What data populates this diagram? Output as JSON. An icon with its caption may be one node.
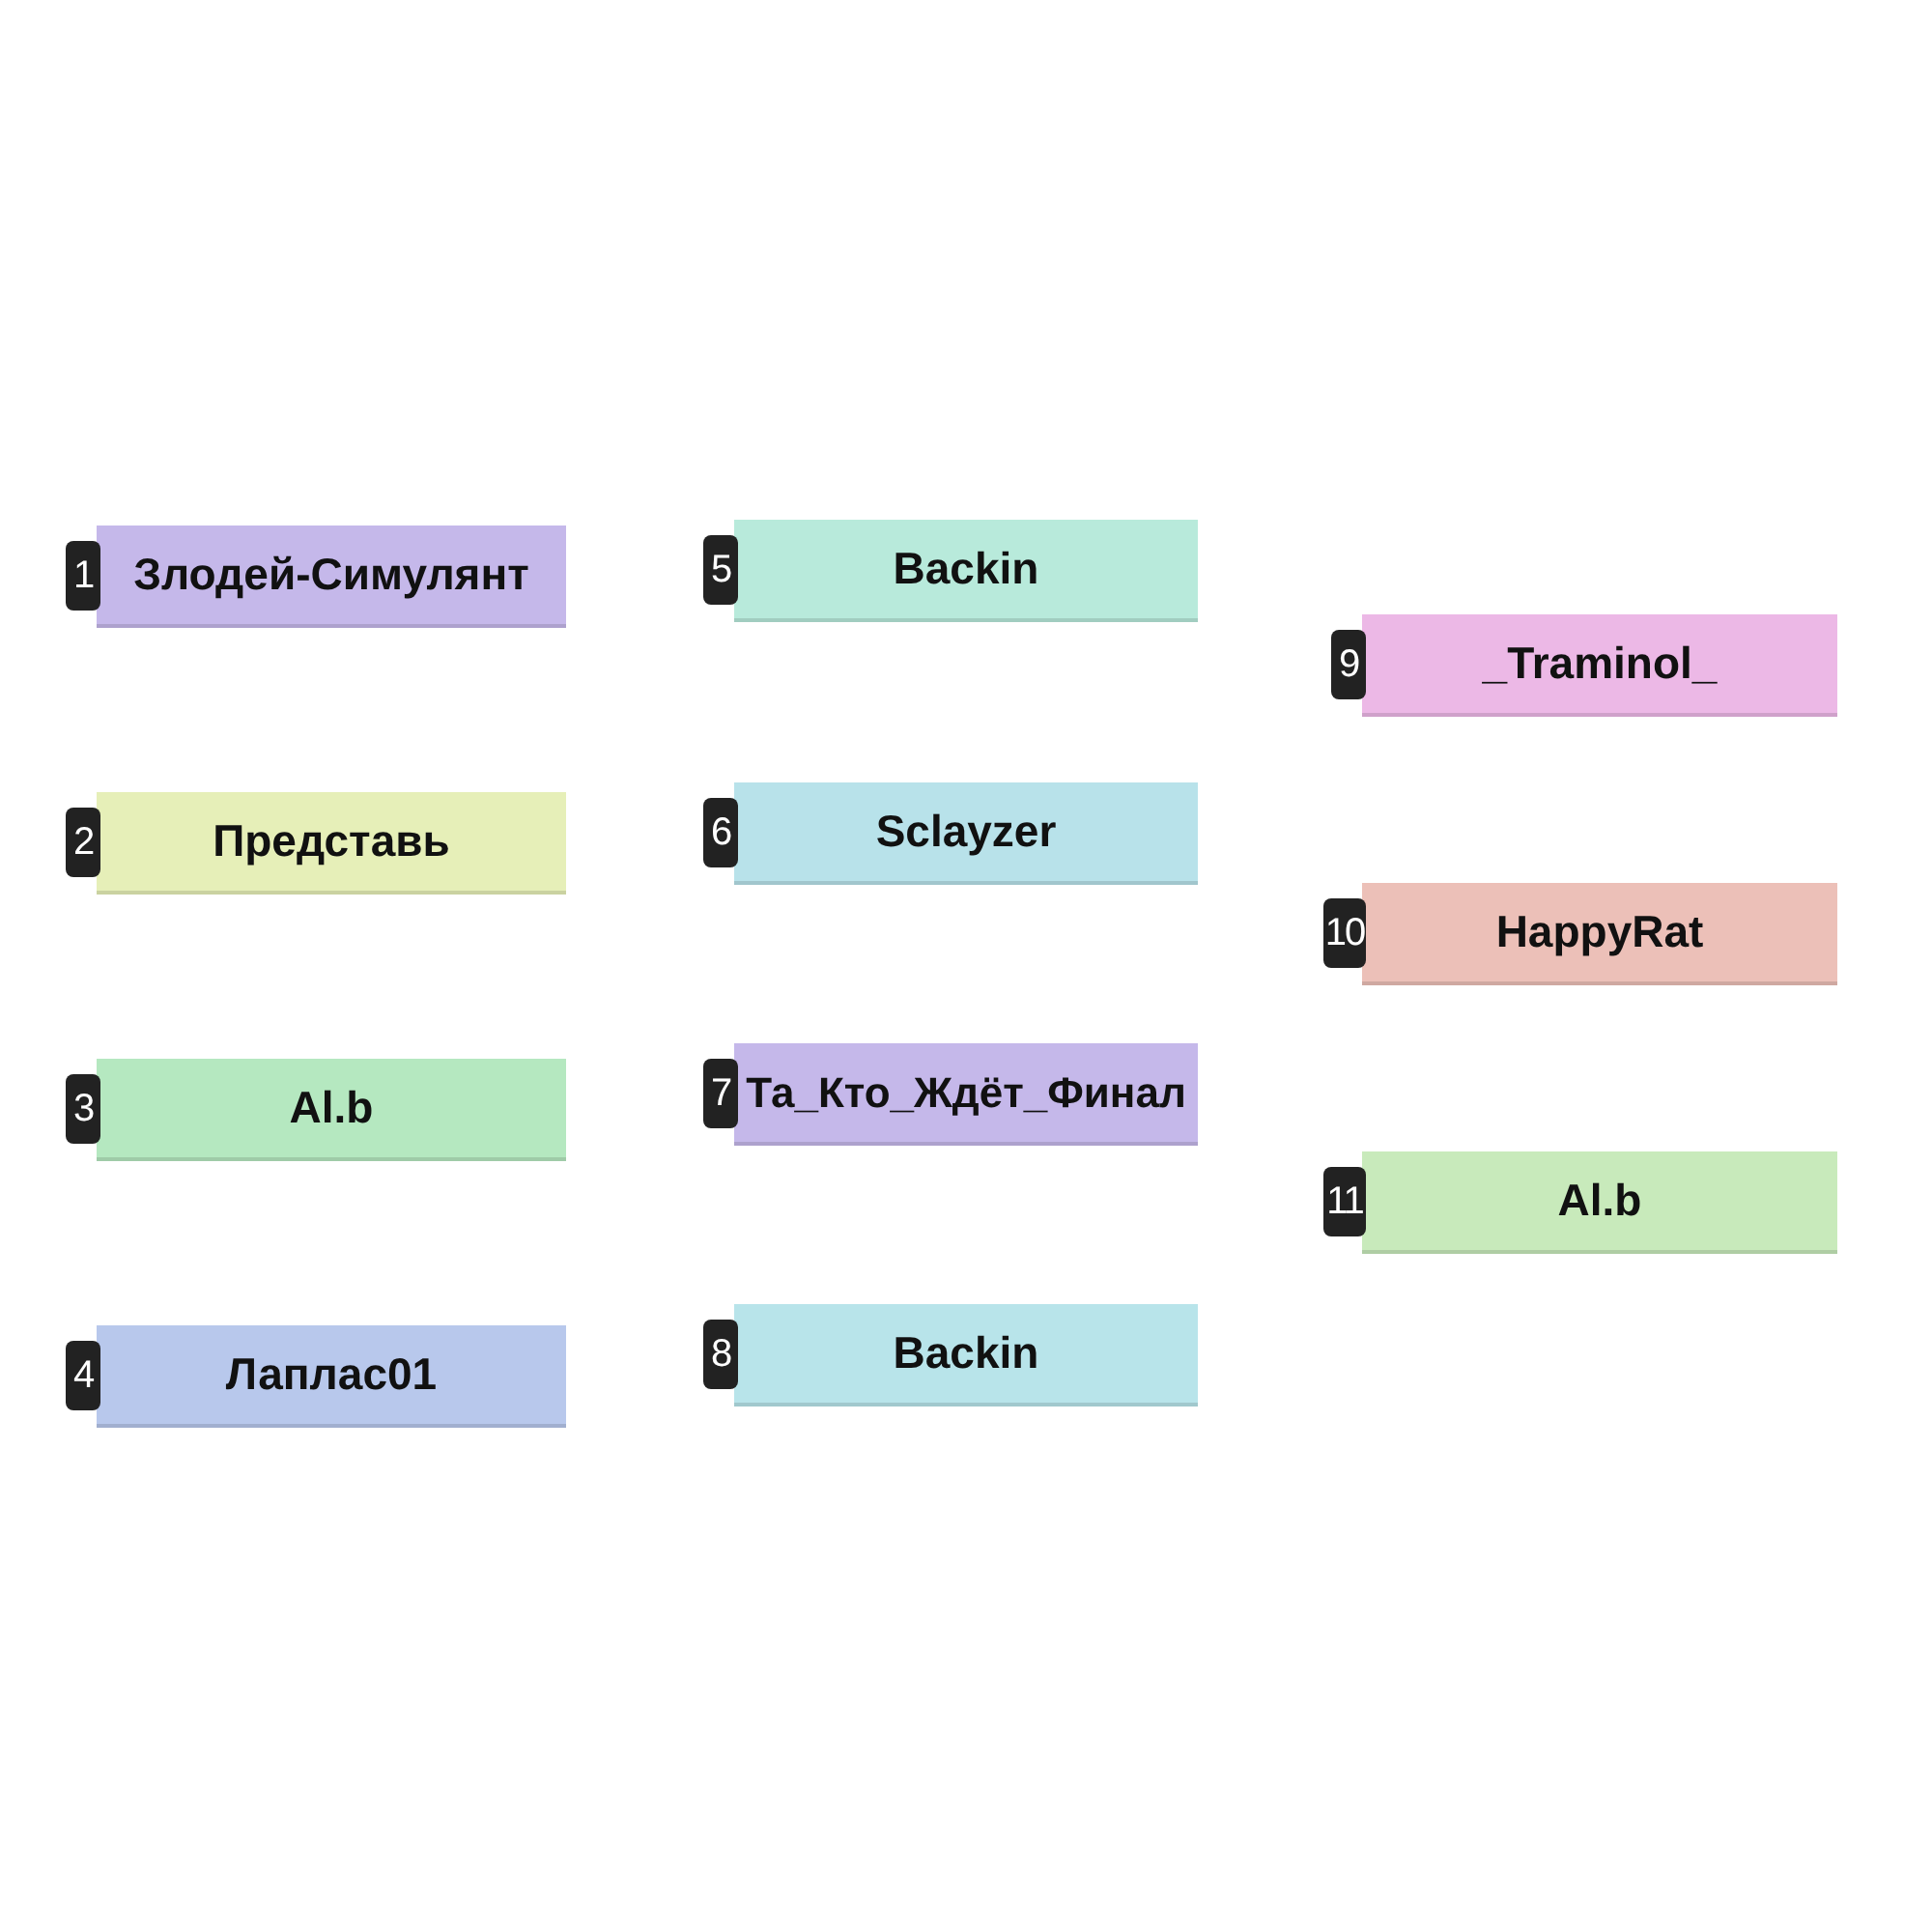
{
  "diagram": {
    "nodes": [
      {
        "text": [
          "Злодей-Симулянт"
        ],
        "beside": [
          "1"
        ]
      },
      {
        "text": [
          "Представь"
        ],
        "beside": [
          "2"
        ]
      },
      {
        "text": [
          "Al.b"
        ],
        "beside": [
          "3"
        ]
      },
      {
        "text": [
          "Лаплас01"
        ],
        "beside": [
          "4"
        ]
      },
      {
        "text": [
          "Backin"
        ],
        "beside": [
          "5"
        ]
      },
      {
        "text": [
          "Sclayzer"
        ],
        "beside": [
          "6"
        ]
      },
      {
        "text": [
          "Та_Кто_Ждёт_Финал"
        ],
        "beside": [
          "7"
        ]
      },
      {
        "text": [
          "Backin"
        ],
        "beside": [
          "8"
        ]
      },
      {
        "text": [
          "_Traminol_"
        ],
        "beside": [
          "9"
        ]
      },
      {
        "text": [
          "HappyRat"
        ],
        "beside": [
          "10"
        ]
      },
      {
        "text": [
          "Al.b"
        ],
        "beside": [
          "11"
        ]
      }
    ]
  }
}
